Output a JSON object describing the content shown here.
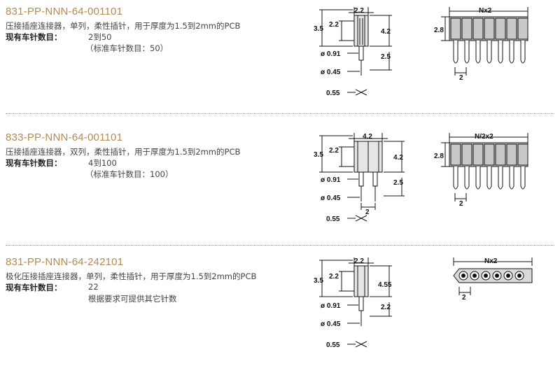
{
  "sections": [
    {
      "part_number": "831-PP-NNN-64-001101",
      "description": "压接插座连接器，单列，柔性插针，用于厚度为1.5到2mm的PCB",
      "pin_label": "现有车针数目：",
      "pin_value": "2到50",
      "pin_note": "（标准车针数目：50）",
      "side_view": {
        "dim_top": "2.2",
        "dim_left_outer": "3.5",
        "dim_left_inner": "2.2",
        "dim_right_upper": "4.2",
        "dim_right_lower": "2.5",
        "dia_1": "ø 0.91",
        "dia_2": "ø 0.45",
        "pin_size": "0.55"
      },
      "front_view": {
        "dim_width": "Nx2",
        "dim_height": "2.8",
        "dim_pitch": "2"
      }
    },
    {
      "part_number": "833-PP-NNN-64-001101",
      "description": "压接插座连接器，双列，柔性插针，用于厚度为1.5到2mm的PCB",
      "pin_label": "现有车针数目：",
      "pin_value": "4到100",
      "pin_note": "（标准车针数目：100）",
      "side_view": {
        "dim_top": "4.2",
        "dim_left_outer": "3.5",
        "dim_left_inner": "2.2",
        "dim_right_upper": "4.2",
        "dim_right_lower": "2.5",
        "dia_1": "ø 0.91",
        "dia_2": "ø 0.45",
        "pin_size": "0.55",
        "dim_bottom": "2"
      },
      "front_view": {
        "dim_width": "N/2x2",
        "dim_height": "2.8",
        "dim_pitch": "2"
      }
    },
    {
      "part_number": "831-PP-NNN-64-242101",
      "description": "极化压接插座连接器，单列，柔性插针，用于厚度为1.5到2mm的PCB",
      "pin_label": "现有车针数目：",
      "pin_value": "22",
      "pin_note": "根据要求可提供其它针数",
      "side_view": {
        "dim_top": "2.2",
        "dim_left_outer": "3.5",
        "dim_left_inner": "2.2",
        "dim_right_upper": "4.55",
        "dim_right_lower": "2.2",
        "dia_1": "ø 0.91",
        "dia_2": "ø 0.45",
        "pin_size": "0.55"
      },
      "front_view": {
        "dim_width": "Nx2",
        "dim_pitch": "2"
      }
    }
  ]
}
